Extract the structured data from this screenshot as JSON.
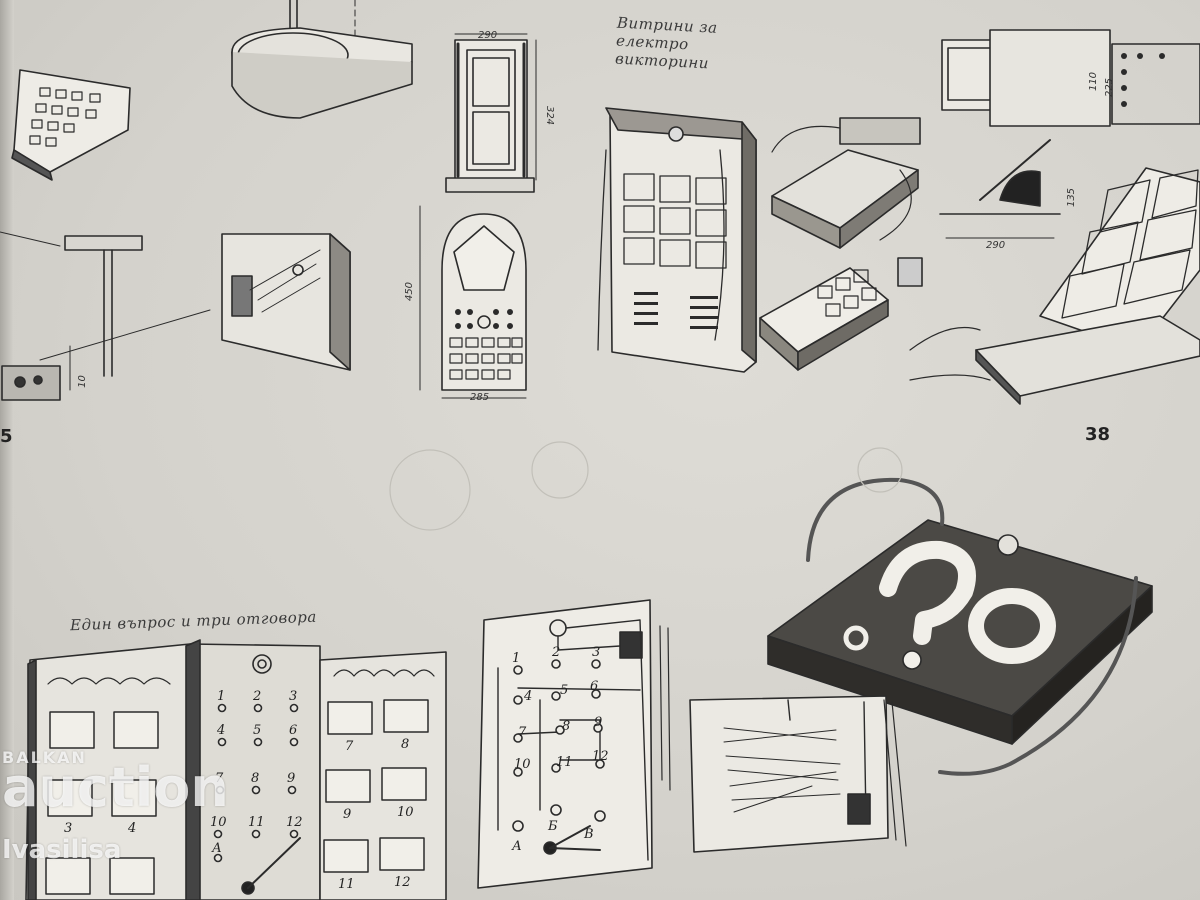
{
  "captions": {
    "showcase": "Витрини за електро викторини",
    "question": "Един въпрос и три отговора"
  },
  "figure_number": "38",
  "edge_number": "5",
  "dimensions": {
    "frame_width": "290",
    "frame_height": "324",
    "panel_height": "450",
    "panel_width": "285",
    "small_10": "10",
    "side_110": "110",
    "side_225": "225",
    "side_135": "135",
    "bottom_290": "290"
  },
  "board_numbers": {
    "left_panel": [
      "1",
      "2",
      "3",
      "4",
      "5",
      "6",
      "7",
      "8",
      "9",
      "10",
      "11",
      "12"
    ],
    "left_cards": [
      "3",
      "4"
    ],
    "right_cards": [
      "7",
      "8",
      "9",
      "10",
      "11",
      "12"
    ],
    "letters": [
      "А",
      "Б",
      "В"
    ]
  },
  "wiring_diagram": {
    "numbers": [
      "1",
      "2",
      "3",
      "4",
      "5",
      "6",
      "7",
      "8",
      "9",
      "10",
      "11",
      "12"
    ],
    "letters": [
      "А",
      "Б",
      "В"
    ]
  },
  "watermark": {
    "top": "BALKAN",
    "main": "auction",
    "user": "Ivasilisa"
  }
}
